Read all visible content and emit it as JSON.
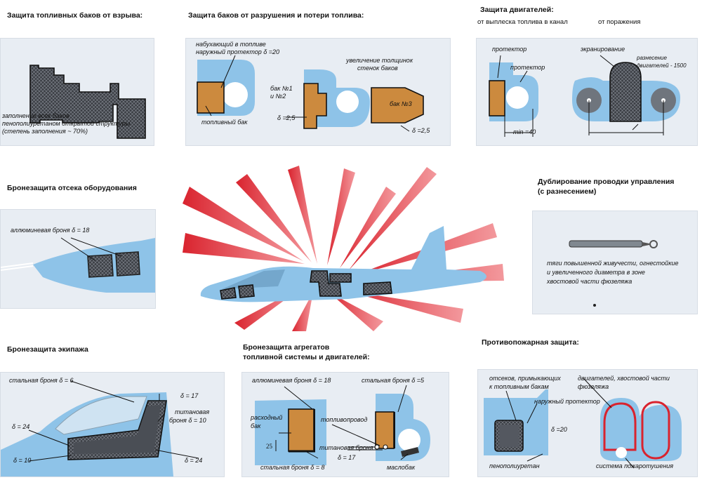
{
  "sections": {
    "fuel_tank_explosion": {
      "title": "Защита топливных баков от взрыва:",
      "note": [
        "заполнение всех баков",
        "пенополиуретаном открытой структуры",
        "(степень заполнения ~ 70%)"
      ]
    },
    "tank_damage": {
      "title": "Защита баков от разрушения и потери топлива:",
      "protector": [
        "набухающий в топливе",
        "наружный протектор δ =20"
      ],
      "fuel_tank": "топливный бак",
      "wall_thickening": [
        "увеличение толщинок",
        "стенок баков"
      ],
      "tank12": [
        "бак №1",
        "и №2"
      ],
      "delta_25a": "δ =2,5",
      "tank3": "бак №3",
      "delta_25b": "δ =2,5"
    },
    "engine_protection": {
      "title": "Защита двигателей:",
      "sub_left": "от выплеска топлива в канал",
      "sub_right": "от поражения",
      "protector1": "протектор",
      "protector2": "протектор",
      "min": "min =40",
      "shielding": "экранирование",
      "separation": [
        "разнесение",
        "двигателей - 1500"
      ]
    },
    "equipment_armor": {
      "title": "Бронезащита отсека оборудования",
      "note": "аллюминевая броня δ = 18"
    },
    "control_duplication": {
      "title": [
        "Дублирование проводки управления",
        "(с разнесением)"
      ],
      "note": [
        "тяги повышенной живучести, огнестойкие",
        "и увеличенного диаметра в зоне",
        "хвостовой части фюзеляжа"
      ]
    },
    "crew_armor": {
      "title": "Бронезащита экипажа",
      "steel": "стальная броня δ = 6",
      "d17": "δ = 17",
      "titan": [
        "титановая",
        "броня δ = 10"
      ],
      "d24a": "δ = 24",
      "d10": "δ = 10",
      "d24b": "δ = 24"
    },
    "units_armor": {
      "title": [
        "Бронезащита агрегатов",
        "топливной системы и двигателей:"
      ],
      "al": "аллюминевая броня δ = 18",
      "steel5": "стальная броня δ =5",
      "feed_tank": [
        "расходный",
        "бак"
      ],
      "pipe": "топливопровод",
      "n25": "25",
      "titan": "титановая броня",
      "d17": "δ = 17",
      "steel8": "стальная броня δ = 8",
      "oil": "маслобак"
    },
    "fire_protection": {
      "title": "Противопожарная защита:",
      "compartments": [
        "отсеков, примыкающих",
        "к топливным бакам"
      ],
      "engines": [
        "двигателей, хвостовой части",
        "фюзеляжа"
      ],
      "protector": "наружный протектор",
      "d20": "δ =20",
      "foam": "пенополиуретан",
      "system": "система пожаротушения"
    }
  },
  "colors": {
    "panel": "#e8edf3",
    "aircraft": "#8ec3e8",
    "ray": "#d9232e",
    "tank": "#cc8a3e"
  }
}
